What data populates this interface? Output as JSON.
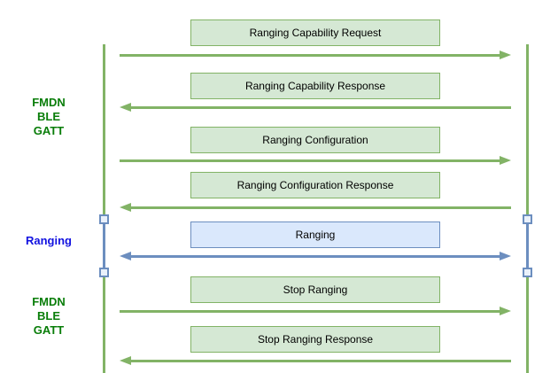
{
  "diagram_type": "sequence",
  "colors": {
    "gatt_stroke": "#82b366",
    "gatt_fill": "#d5e8d4",
    "ranging_stroke": "#6c8ebf",
    "ranging_fill": "#dae8fc",
    "phase_label_green": "#087d08",
    "phase_label_blue": "#1212e0",
    "message_text": "#000000",
    "background": "#ffffff"
  },
  "phase_labels": [
    {
      "text": "FMDN\nBLE\nGATT",
      "channel": "gatt"
    },
    {
      "text": "Ranging",
      "channel": "ranging"
    },
    {
      "text": "FMDN\nBLE\nGATT",
      "channel": "gatt"
    }
  ],
  "lifelines": [
    {
      "side": "left"
    },
    {
      "side": "right"
    }
  ],
  "messages": [
    {
      "label": "Ranging Capability Request",
      "direction": "right",
      "channel": "gatt"
    },
    {
      "label": "Ranging Capability Response",
      "direction": "left",
      "channel": "gatt"
    },
    {
      "label": "Ranging Configuration",
      "direction": "right",
      "channel": "gatt"
    },
    {
      "label": "Ranging Configuration Response",
      "direction": "left",
      "channel": "gatt"
    },
    {
      "label": "Ranging",
      "direction": "both",
      "channel": "ranging"
    },
    {
      "label": "Stop Ranging",
      "direction": "right",
      "channel": "gatt"
    },
    {
      "label": "Stop Ranging Response",
      "direction": "left",
      "channel": "gatt"
    }
  ]
}
